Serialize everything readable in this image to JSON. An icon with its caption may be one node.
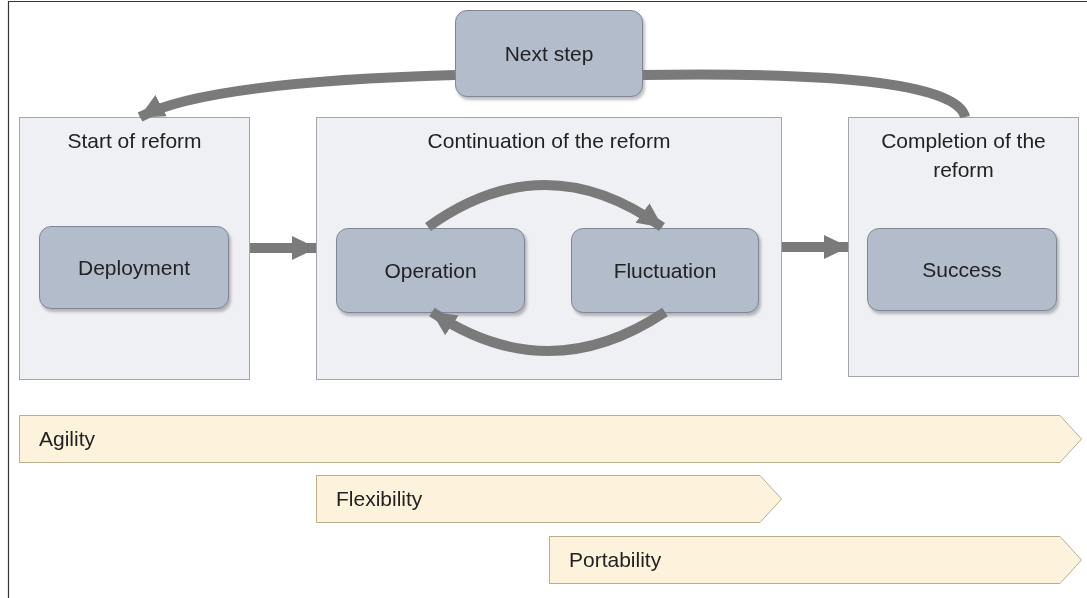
{
  "diagram": {
    "nodes": [
      {
        "text": [
          "Next step"
        ]
      },
      {
        "text": [
          "Start of reform"
        ]
      },
      {
        "text": [
          "Deployment"
        ],
        "in": 1
      },
      {
        "text": [
          "Continuation  of the reform"
        ]
      },
      {
        "text": [
          "Operation"
        ],
        "in": 3
      },
      {
        "text": [
          "Fluctuation"
        ],
        "in": 3
      },
      {
        "text": [
          "Completion of the reform"
        ]
      },
      {
        "text": [
          "Success"
        ],
        "in": 6
      },
      {
        "text": [
          "Agility"
        ]
      },
      {
        "text": [
          "Flexibility"
        ]
      },
      {
        "text": [
          "Portability"
        ]
      }
    ],
    "edges": [
      {
        "from": 6,
        "to": 0,
        "arrow": "none"
      },
      {
        "from": 0,
        "to": 1,
        "arrow": "to"
      },
      {
        "from": 1,
        "to": 3,
        "arrow": "to"
      },
      {
        "from": 4,
        "to": 5,
        "arrow": "to"
      },
      {
        "from": 5,
        "to": 4,
        "arrow": "to"
      },
      {
        "from": 3,
        "to": 6,
        "arrow": "to"
      }
    ]
  }
}
